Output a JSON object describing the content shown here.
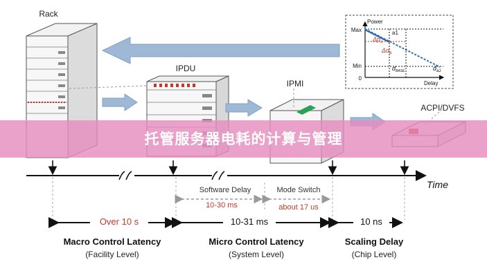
{
  "labels": {
    "rack": "Rack",
    "ipdu": "IPDU",
    "ipmi": "IPMI",
    "acpi": "ACPI/DVFS",
    "time": "Time"
  },
  "inset": {
    "power": "Power",
    "max": "Max",
    "min": "Min",
    "zero": "0",
    "delay": "Delay",
    "a1": "a1",
    "delta_pa": "Δp",
    "delta_pa_sub": "a",
    "delta_da": "Δd",
    "delta_da_sub": "a",
    "d_base": "d",
    "d_base_sub": "BASE",
    "d_a1": "d",
    "d_a1_sub": "a1"
  },
  "spans": {
    "software_delay": "Software Delay",
    "mode_switch": "Mode Switch",
    "sw_time": "10-30 ms",
    "mode_time": "about 17 us",
    "over10": "Over 10 s",
    "micro_time": "10-31 ms",
    "scaling_time": "10 ns"
  },
  "levels": {
    "macro_title": "Macro Control Latency",
    "macro_sub": "(Facility Level)",
    "micro_title": "Micro Control  Latency",
    "micro_sub": "(System Level)",
    "scaling_title": "Scaling Delay",
    "scaling_sub": "(Chip Level)"
  },
  "banner": {
    "title": "托管服务器电耗的计算与管理"
  },
  "colors": {
    "accent_red": "#c0392b",
    "banner": "#e58cbe",
    "arrow_blue": "#7d9fc6",
    "line_blue": "#2e6db5"
  }
}
